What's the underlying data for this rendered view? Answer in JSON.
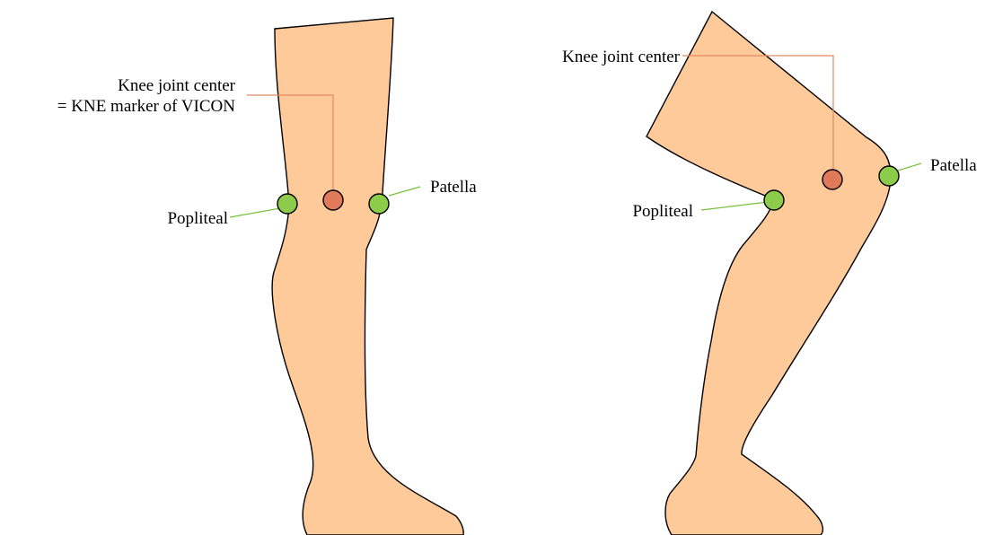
{
  "colors": {
    "skin": "#ffca9a",
    "outline": "#000000",
    "knee_center_marker": "#e07a5a",
    "surface_marker": "#8ccc4a",
    "knee_leader": "#e08a60",
    "surface_leader": "#7ac040"
  },
  "left_figure": {
    "knee_label_line1": "Knee joint center",
    "knee_label_line2": "= KNE marker of VICON",
    "popliteal_label": "Popliteal",
    "patella_label": "Patella"
  },
  "right_figure": {
    "knee_label": "Knee joint center",
    "popliteal_label": "Popliteal",
    "patella_label": "Patella"
  }
}
